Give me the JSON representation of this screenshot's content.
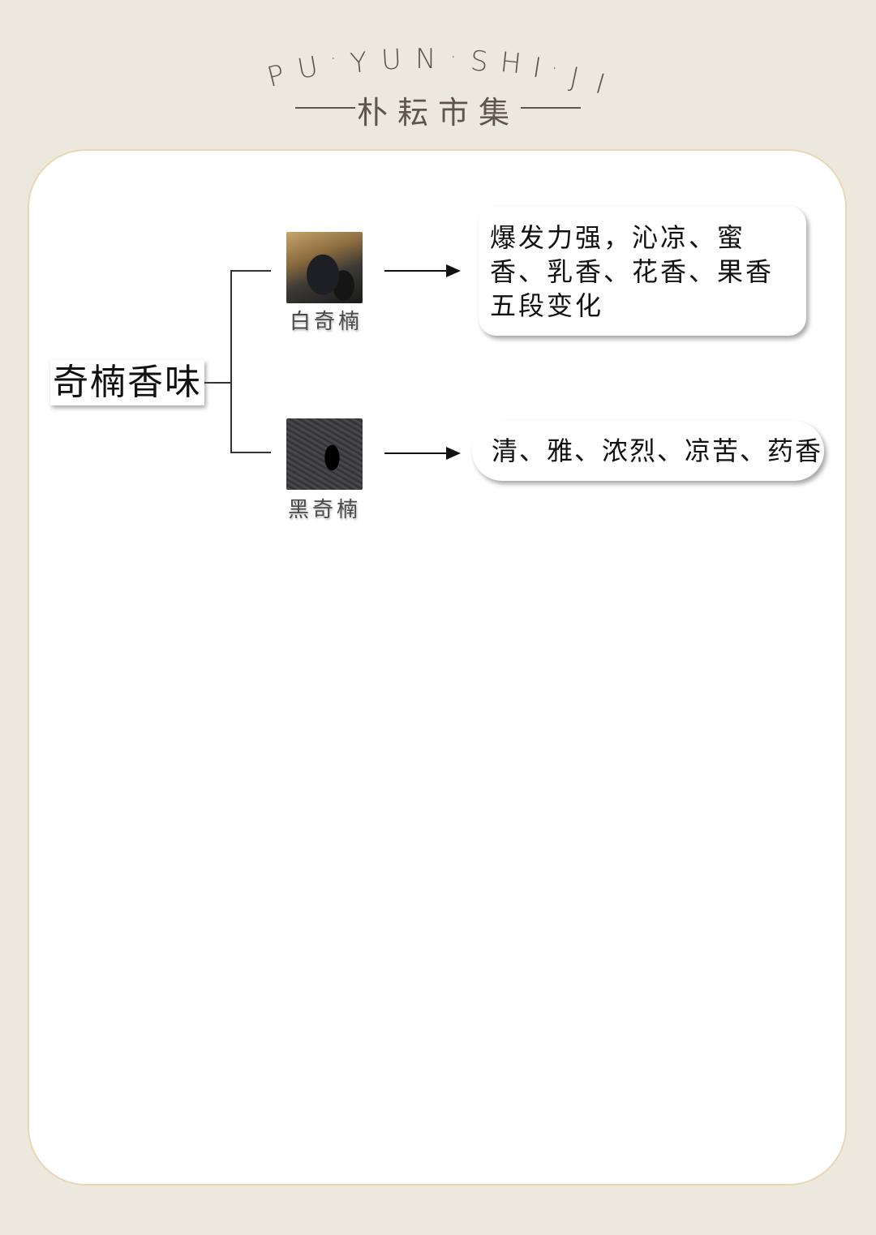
{
  "brand": {
    "latin_letters": [
      "P",
      "U",
      "·",
      "Y",
      "U",
      "N",
      "·",
      "S",
      "H",
      "I",
      "·",
      "J",
      "I"
    ],
    "chinese": "朴耘市集"
  },
  "diagram": {
    "root": "奇楠香味",
    "branches": [
      {
        "label": "白奇楠",
        "image": "white-qinan-agarwood",
        "description": "爆发力强，沁凉、蜜香、乳香、花香、果香五段变化"
      },
      {
        "label": "黑奇楠",
        "image": "black-qinan-agarwood",
        "description": "清、雅、浓烈、凉苦、药香"
      }
    ]
  },
  "colors": {
    "background": "#ede8dd",
    "card": "#ffffff",
    "card_border": "#e9d7b6",
    "brand_text": "#5e554d"
  }
}
